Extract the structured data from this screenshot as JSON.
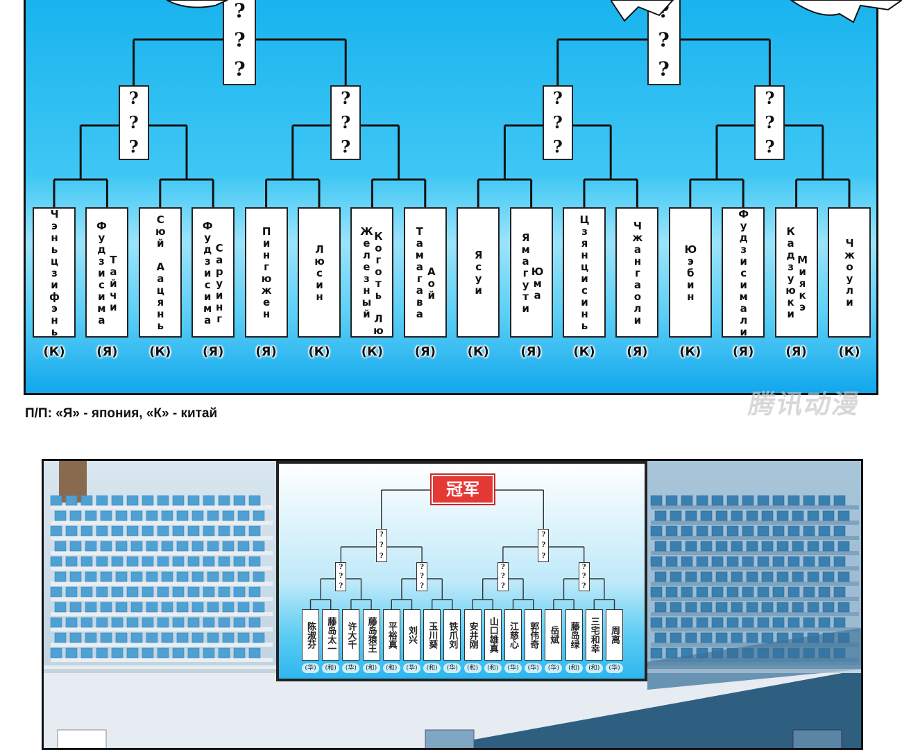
{
  "top_bracket": {
    "unknown_mark": "?",
    "entrants": [
      {
        "name_lines": [
          "Чэньцзифэнь"
        ],
        "flag": "(К)"
      },
      {
        "name_lines": [
          "Фудзисима",
          "Тайчи"
        ],
        "flag": "(Я)"
      },
      {
        "name_lines": [
          "Сюй Аацянь"
        ],
        "flag": "(К)"
      },
      {
        "name_lines": [
          "Фудзисима",
          "Саруинг"
        ],
        "flag": "(Я)"
      },
      {
        "name_lines": [
          "Пингюжен"
        ],
        "flag": "(Я)"
      },
      {
        "name_lines": [
          "Люсин"
        ],
        "flag": "(К)"
      },
      {
        "name_lines": [
          "Железный",
          "Коготь Лю"
        ],
        "flag": "(К)"
      },
      {
        "name_lines": [
          "Тамагава",
          "Аой"
        ],
        "flag": "(Я)"
      },
      {
        "name_lines": [
          "Ясуи"
        ],
        "flag": "(К)"
      },
      {
        "name_lines": [
          "Ямагути",
          "Юма"
        ],
        "flag": "(Я)"
      },
      {
        "name_lines": [
          "Цзянцисинь"
        ],
        "flag": "(К)"
      },
      {
        "name_lines": [
          "Чжангаоли"
        ],
        "flag": "(Я)"
      },
      {
        "name_lines": [
          "Юэбин"
        ],
        "flag": "(К)"
      },
      {
        "name_lines": [
          "Фудзисимали"
        ],
        "flag": "(Я)"
      },
      {
        "name_lines": [
          "Кадзуюки",
          "Миякэ"
        ],
        "flag": "(Я)"
      },
      {
        "name_lines": [
          "Чжоули"
        ],
        "flag": "(К)"
      }
    ]
  },
  "note": "П/П: «Я» - япония, «К» - китай",
  "watermark": "腾讯动漫",
  "bottom_bracket": {
    "champion_label": "冠军",
    "unknown_mark": "?",
    "entrants": [
      {
        "name": "陈淑芬",
        "flag": "(华)"
      },
      {
        "name": "藤岛太一",
        "flag": "(和)"
      },
      {
        "name": "许大千",
        "flag": "(华)"
      },
      {
        "name": "藤岛猿王",
        "flag": "(和)"
      },
      {
        "name": "平裕真",
        "flag": "(和)"
      },
      {
        "name": "刘兴",
        "flag": "(华)"
      },
      {
        "name": "玉川葵",
        "flag": "(和)"
      },
      {
        "name": "铁爪刘",
        "flag": "(华)"
      },
      {
        "name": "安井刚",
        "flag": "(和)"
      },
      {
        "name": "山口雄真",
        "flag": "(和)"
      },
      {
        "name": "江慈心",
        "flag": "(华)"
      },
      {
        "name": "郭伟奇",
        "flag": "(华)"
      },
      {
        "name": "岳斌",
        "flag": "(华)"
      },
      {
        "name": "藤岛绿",
        "flag": "(和)"
      },
      {
        "name": "三宅和幸",
        "flag": "(和)"
      },
      {
        "name": "周离",
        "flag": "(华)"
      }
    ]
  },
  "colors": {
    "bracket_blue": "#19b3ee",
    "champion_red": "#e53935"
  }
}
